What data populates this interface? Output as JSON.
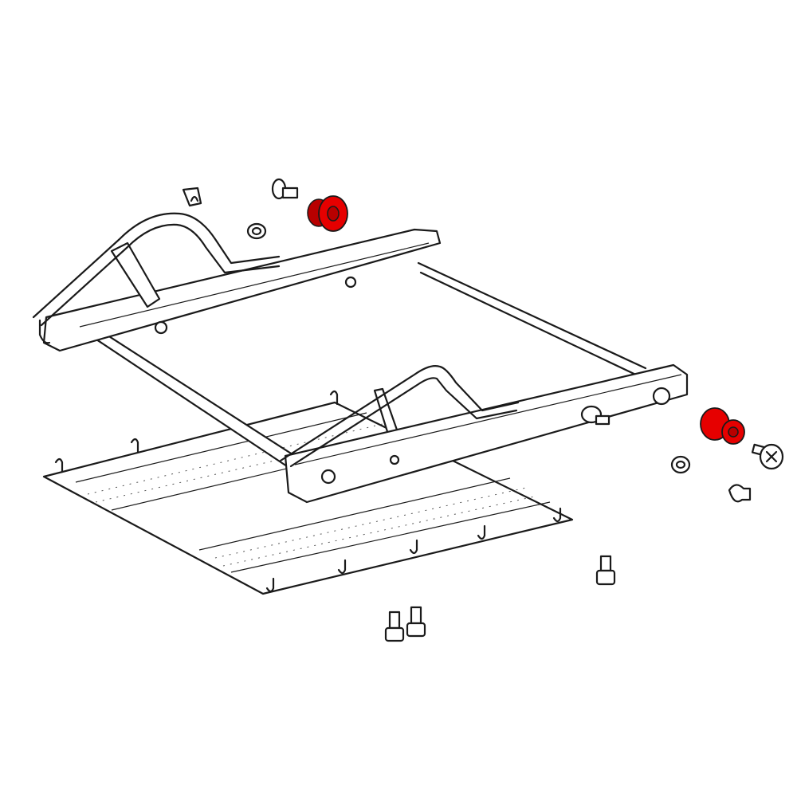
{
  "diagram": {
    "type": "exploded-parts-diagram",
    "colors": {
      "line": "#1a1a1a",
      "background": "#ffffff",
      "highlighted_part": "#e60000"
    },
    "highlighted_parts": [
      "bushing-left",
      "bushing-right"
    ]
  }
}
